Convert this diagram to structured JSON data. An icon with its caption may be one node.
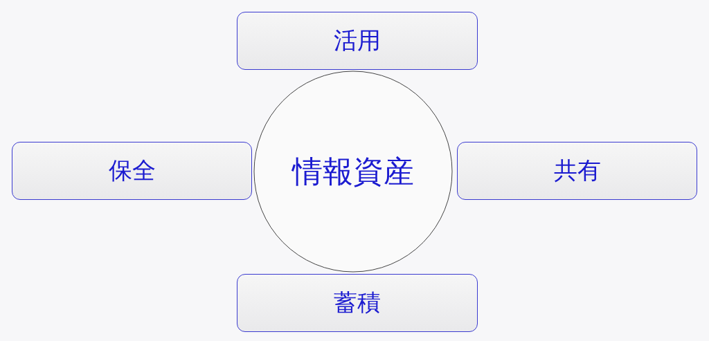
{
  "diagram": {
    "nodes": [
      {
        "text": [
          "活用"
        ]
      },
      {
        "text": [
          "保全"
        ]
      },
      {
        "text": [
          "情報資産"
        ]
      },
      {
        "text": [
          "共有"
        ]
      },
      {
        "text": [
          "蓄積"
        ]
      }
    ]
  }
}
